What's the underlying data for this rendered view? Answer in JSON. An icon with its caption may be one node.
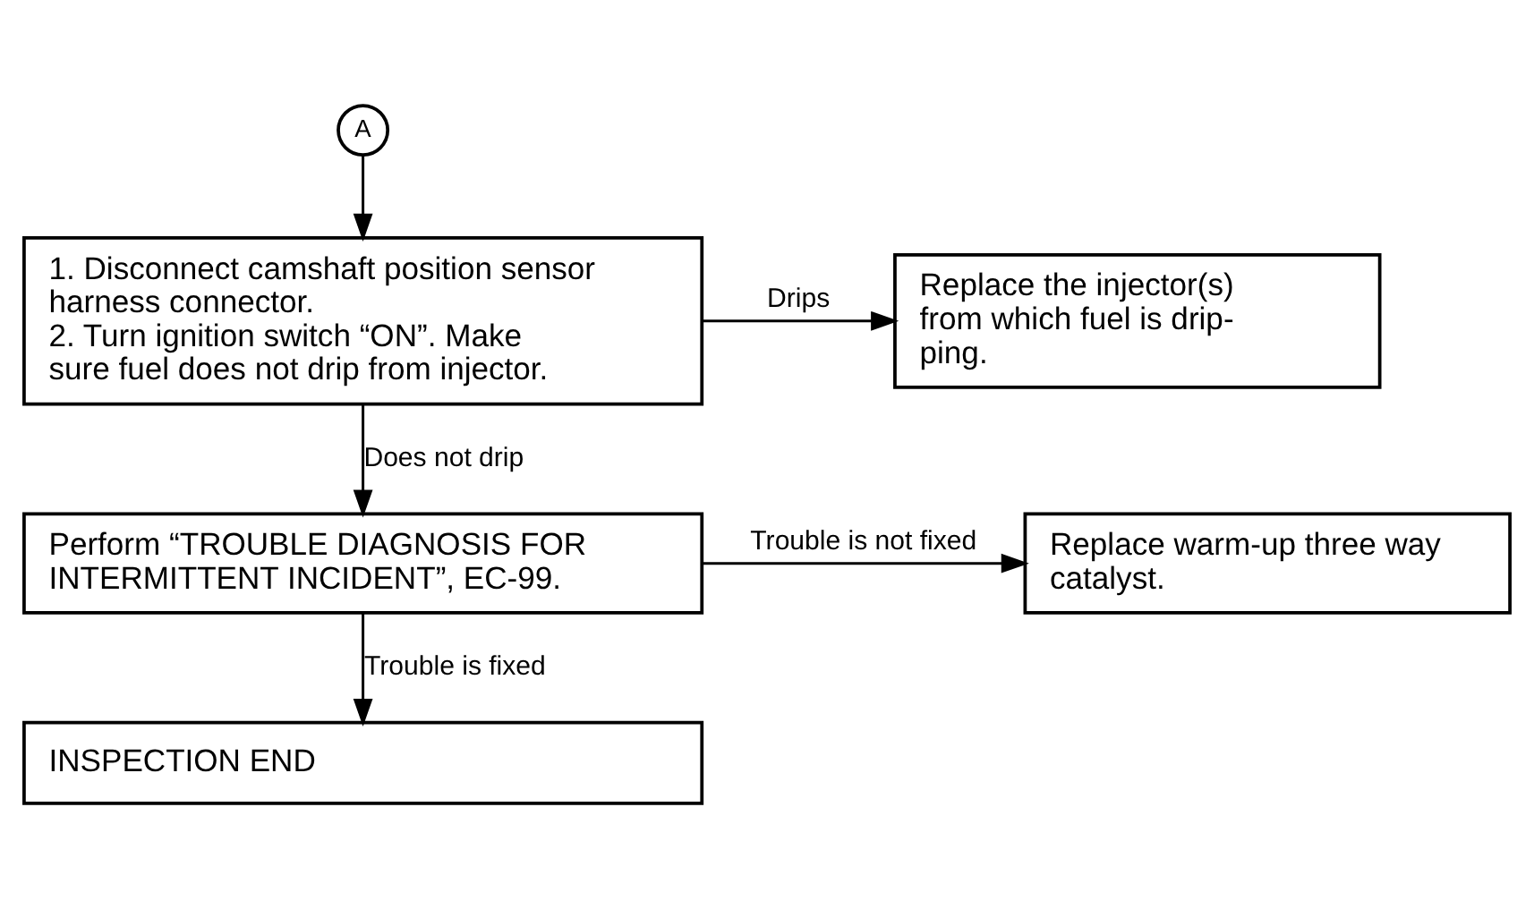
{
  "diagram": {
    "nodes": [
      {
        "text": [
          "A"
        ]
      },
      {
        "text": [
          "1. Disconnect camshaft position sensor harness connector.",
          "2. Turn ignition switch “ON”. Make sure fuel does not drip from injector."
        ]
      },
      {
        "text": [
          "Replace the injector(s) from which fuel is drip-ping."
        ]
      },
      {
        "text": [
          "Perform “TROUBLE DIAGNOSIS FOR INTERMITTENT INCIDENT”, EC-99."
        ]
      },
      {
        "text": [
          "Replace warm-up three way catalyst."
        ]
      },
      {
        "text": [
          "INSPECTION END"
        ]
      }
    ],
    "edges": [
      {
        "from": 0,
        "to": 1,
        "arrow": "to"
      },
      {
        "from": 1,
        "to": 2,
        "arrow": "to",
        "label": "Drips"
      },
      {
        "from": 1,
        "to": 3,
        "arrow": "to",
        "label": "Does not drip"
      },
      {
        "from": 3,
        "to": 4,
        "arrow": "to",
        "label": "Trouble is not fixed"
      },
      {
        "from": 3,
        "to": 5,
        "arrow": "to",
        "label": "Trouble is fixed"
      }
    ]
  }
}
